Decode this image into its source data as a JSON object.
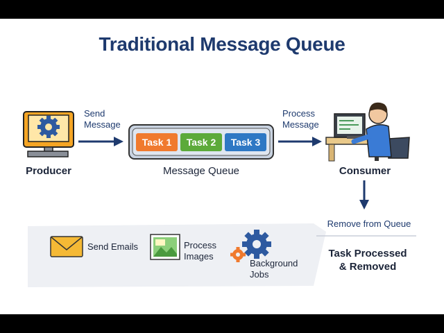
{
  "title": "Traditional Message Queue",
  "producer": {
    "label": "Producer"
  },
  "send_message": {
    "line1": "Send",
    "line2": "Message"
  },
  "queue": {
    "label": "Message Queue",
    "tasks": [
      {
        "label": "Task 1",
        "color": "#f07a2e"
      },
      {
        "label": "Task 2",
        "color": "#5caa3a"
      },
      {
        "label": "Task 3",
        "color": "#2e78c4"
      }
    ]
  },
  "process_message": {
    "line1": "Process",
    "line2": "Message"
  },
  "consumer": {
    "label": "Consumer"
  },
  "remove_from_queue": "Remove from Queue",
  "task_processed": {
    "line1": "Task Processed",
    "line2": "& Removed"
  },
  "use_cases": {
    "send_emails": "Send Emails",
    "process_images": {
      "line1": "Process",
      "line2": "Images"
    },
    "background_jobs": {
      "line1": "Background",
      "line2": "Jobs"
    }
  },
  "colors": {
    "title": "#1e3a6e",
    "arrow": "#1e3a6e",
    "accent_orange": "#f0a020",
    "accent_blue": "#2e78c4"
  },
  "icons": [
    "monitor-gear-icon",
    "arrow-right-icon",
    "person-at-computer-icon",
    "arrow-down-icon",
    "envelope-icon",
    "image-icon",
    "gears-icon"
  ]
}
